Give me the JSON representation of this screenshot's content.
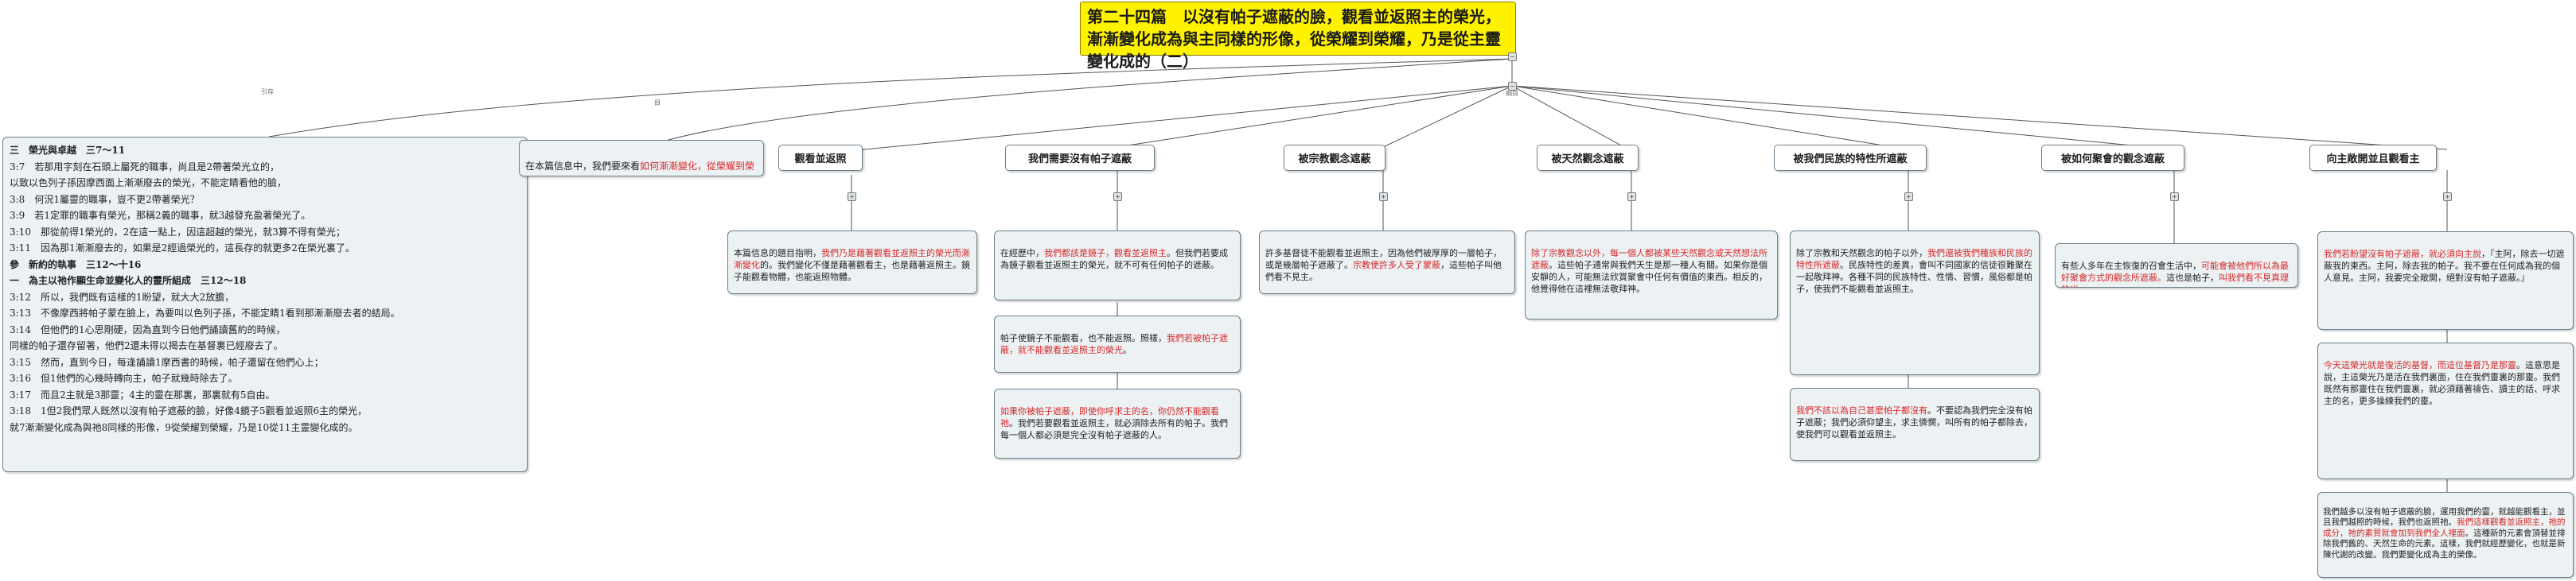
{
  "title": "第二十四篇　以沒有帕子遮蔽的臉，觀看並返照主的榮光，漸漸變化成為與主同樣的形像，從榮耀到榮耀，乃是從主靈變化成的（二）",
  "link_labels": {
    "left": "引存",
    "mid": "目",
    "right": "綱目"
  },
  "scripture": {
    "lines": [
      "三　榮光與卓越　三7～11",
      "3:7　若那用字刻在石頭上屬死的職事，尚且是2帶著榮光立的，",
      "以致以色列子孫因摩西面上漸漸廢去的榮光，不能定睛看他的臉，",
      "3:8　何況1屬靈的職事，豈不更2帶著榮光？",
      "3:9　若1定罪的職事有榮光，那稱2義的職事，就3越發充盈著榮光了。",
      "3:10　那從前得1榮光的，2在這一點上，因這超越的榮光，就3算不得有榮光；",
      "3:11　因為那1漸漸廢去的，如果是2經過榮光的，這長存的就更多2在榮光裏了。",
      "參　新約的執事　三12～十16",
      "一　為主以祂作顯生命並變化人的靈所組成　三12～18",
      "3:12　所以，我們既有這樣的1盼望，就大大2放膽，",
      "3:13　不像摩西將帕子蒙在臉上，為要叫以色列子孫，不能定睛1看到那漸漸廢去者的結局。",
      "3:14　但他們的1心思剛硬，因為直到今日他們誦讀舊約的時候，",
      "同樣的帕子還存留著，他們2還未得以揭去在基督裏已經廢去了。",
      "3:15　然而，直到今日，每逢誦讀1摩西書的時候，帕子還留在他們心上；",
      "3:16　但1他們的心幾時轉向主，帕子就幾時除去了。",
      "3:17　而且2主就是3那靈；4主的靈在那裏，那裏就有5自由。",
      "3:18　1但2我們眾人既然以沒有帕子遮蔽的臉，好像4鏡子5觀看並返照6主的榮光，",
      "就7漸漸變化成為與祂8同樣的形像，9從榮耀到榮耀，乃是10從11主靈變化成的。"
    ]
  },
  "summary": {
    "plain": "在本篇信息中，我們要來看",
    "red": "如何漸漸變化，從榮耀到榮耀",
    "tail": "。"
  },
  "topics": [
    "觀看並返照",
    "我們需要沒有帕子遮蔽",
    "被宗教觀念遮蔽",
    "被天然觀念遮蔽",
    "被我們民族的特性所遮蔽",
    "被如何聚會的觀念遮蔽",
    "向主敞開並且觀看主"
  ],
  "notes": {
    "observe": {
      "a": "本篇信息的題目指明，",
      "b": "我們乃是藉著觀看並返照主的榮光而漸漸變化",
      "c": "的。我們變化不僅是藉著觀看主，也是藉著返照主。鏡子能觀看物體，也能返照物體。"
    },
    "need1": {
      "a": "在經歷中，",
      "b": "我們都該是鏡子，觀看並返照主",
      "c": "。但我們若要成為鏡子觀看並返照主的榮光，就不可有任何帕子的遮蔽。"
    },
    "need2": {
      "a": "帕子使鏡子不能觀看，也不能返照。照樣，",
      "b": "我們若被帕子遮蔽，就不能觀看並返照主的榮光",
      "c": "。"
    },
    "need3": {
      "a": "",
      "b": "如果你被帕子遮蔽，即使你呼求主的名，你仍然不能觀看祂",
      "c": "。我們若要觀看並返照主，就必須除去所有的帕子。我們每一個人都必須是完全沒有帕子遮蔽的人。"
    },
    "religion": {
      "a": "許多基督徒不能觀看並返照主，因為他們被厚厚的一層帕子，或是幾層帕子遮蔽了。",
      "b": "宗教使許多人受了蒙蔽",
      "c": "，這些帕子叫他們看不見主。"
    },
    "natural": {
      "a": "",
      "b": "除了宗教觀念以外，每一個人都被某些天然觀念或天然想法所遮蔽",
      "c": "。這些帕子通常與我們天生是那一種人有關。如果你是個安靜的人，可能無法欣賞聚會中任何有價值的東西。相反的，他覺得他在這裡無法敬拜神。"
    },
    "nation1": {
      "a": "除了宗教和天然觀念的帕子以外，",
      "b": "我們還被我們種族和民族的特性所遮蔽",
      "c": "。民族特性的差異，會叫不同國家的信徒很難聚在一起敬拜神。各種不同的民族特性、性情、習慣，風俗都是帕子，使我們不能觀看並返照主。"
    },
    "nation2": {
      "a": "",
      "b": "我們不該以為自己甚麼帕子都沒有",
      "c": "。不要認為我們完全沒有帕子遮蔽；我們必須仰望主，求主憐憫，叫所有的帕子都除去，使我們可以觀看並返照主。"
    },
    "meeting": {
      "a": "有些人多年在主恢復的召會生活中，",
      "b": "可能會被他們所以為最好聚會方式的觀念所遮蔽。",
      "c": "這也是帕子，",
      "d": "叫我們看不見真理的光",
      "e": "。"
    },
    "open1": {
      "a": "",
      "b": "我們若盼望沒有帕子遮蔽，就必須向主說",
      "c": "，『主阿，除去一切遮蔽我的東西。主阿，除去我的帕子。我不要在任何成為我的個人意見。主阿，我要完全敞開，絕對沒有帕子遮蔽。』"
    },
    "open2": {
      "a": "",
      "b": "今天這榮光就是復活的基督，而這位基督乃是那靈",
      "c": "。這意思是說，主這榮光乃是活在我們裏面，住在我們靈裏的那靈。我們既然有那靈住在我們靈裏，就必須藉著禱告、讀主的話、呼求主的名，更多操練我們的靈。"
    },
    "open3": {
      "a": "我們越多以沒有帕子遮蔽的臉，運用我們的靈，就越能觀看主，並且我們越照的時候，我們也返照祂。",
      "b": "我們這樣觀看並返照主，祂的成分，祂的素質就會加到我們全人裡面",
      "c": "。這種新的元素會頂替並排除我們舊的、天然生命的元素。這樣，我們就經歷變化，也就是新陳代謝的改變。我們要變化成為主的榮像。"
    }
  },
  "colors": {
    "title_bg": "#fff200",
    "box_bg": "#ecf1f3",
    "highlight": "#d6282a",
    "line": "#555555"
  }
}
